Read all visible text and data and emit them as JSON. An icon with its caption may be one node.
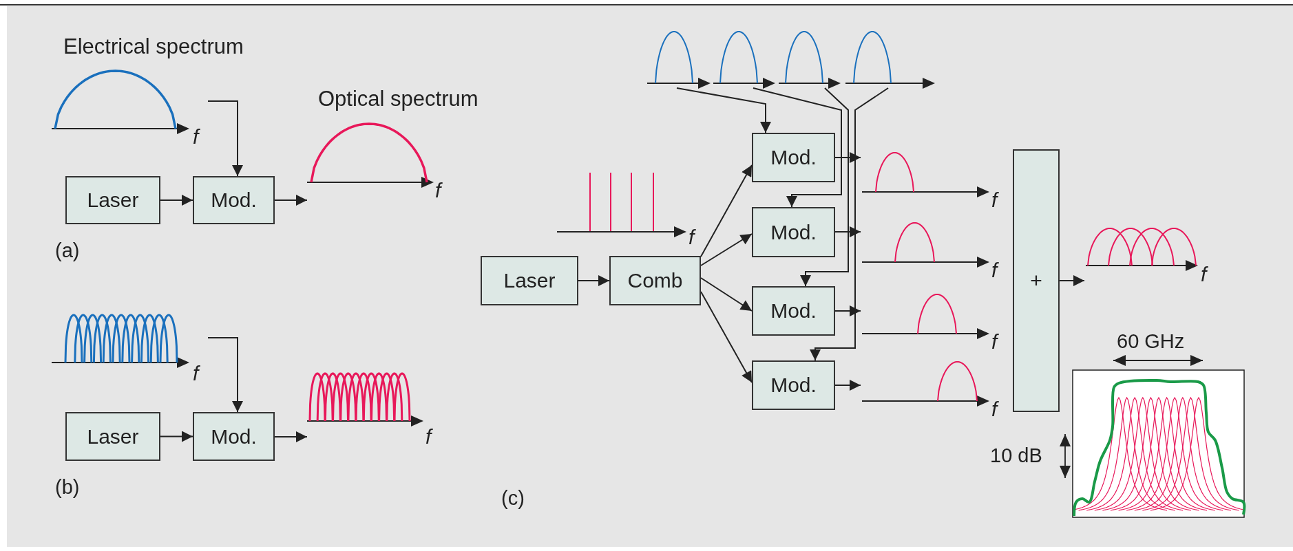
{
  "diagram": {
    "nodes": [
      {
        "text": [
          "f"
        ],
        "beside": [
          "Electrical spectrum"
        ]
      },
      {
        "text": [
          "Laser"
        ]
      },
      {
        "text": [
          "Mod."
        ]
      },
      {
        "text": [
          "f"
        ],
        "beside": [
          "Optical spectrum"
        ]
      },
      {
        "text": [
          "f"
        ]
      },
      {
        "text": [
          "Laser"
        ]
      },
      {
        "text": [
          "Mod."
        ]
      },
      {
        "text": [
          "f"
        ]
      },
      {
        "text": [],
        "shape": "picture"
      },
      {
        "text": [],
        "shape": "picture"
      },
      {
        "text": [],
        "shape": "picture"
      },
      {
        "text": [],
        "shape": "picture"
      },
      {
        "text": [
          "Laser"
        ]
      },
      {
        "text": [
          "Comb"
        ]
      },
      {
        "text": [
          "Mod."
        ]
      },
      {
        "text": [
          "Mod."
        ]
      },
      {
        "text": [
          "Mod."
        ]
      },
      {
        "text": [
          "Mod."
        ]
      },
      {
        "text": [
          "f"
        ]
      },
      {
        "text": [
          "f"
        ]
      },
      {
        "text": [
          "f"
        ]
      },
      {
        "text": [
          "f"
        ]
      },
      {
        "text": [
          "+"
        ]
      },
      {
        "text": [
          "f"
        ]
      }
    ],
    "edges": [
      {
        "from": 0,
        "to": 2,
        "arrow": "to"
      },
      {
        "from": 1,
        "to": 2,
        "arrow": "to"
      },
      {
        "from": 2,
        "to": 3,
        "arrow": "to"
      },
      {
        "from": 4,
        "to": 6,
        "arrow": "to"
      },
      {
        "from": 5,
        "to": 6,
        "arrow": "to"
      },
      {
        "from": 6,
        "to": 7,
        "arrow": "to"
      },
      {
        "from": 8,
        "to": 14,
        "arrow": "to"
      },
      {
        "from": 9,
        "to": 15,
        "arrow": "to"
      },
      {
        "from": 10,
        "to": 16,
        "arrow": "to"
      },
      {
        "from": 11,
        "to": 17,
        "arrow": "to"
      },
      {
        "from": 12,
        "to": 13,
        "arrow": "to"
      },
      {
        "from": 13,
        "to": 14,
        "arrow": "to"
      },
      {
        "from": 13,
        "to": 15,
        "arrow": "to"
      },
      {
        "from": 13,
        "to": 16,
        "arrow": "to"
      },
      {
        "from": 13,
        "to": 17,
        "arrow": "to"
      },
      {
        "from": 14,
        "to": 18,
        "arrow": "to"
      },
      {
        "from": 15,
        "to": 19,
        "arrow": "to"
      },
      {
        "from": 16,
        "to": 20,
        "arrow": "to"
      },
      {
        "from": 17,
        "to": 21,
        "arrow": "to"
      },
      {
        "from": 22,
        "to": 23,
        "arrow": "to"
      }
    ],
    "labels": [
      "(a)",
      "f",
      "(b)",
      "(c)",
      "60 GHz",
      "10 dB"
    ]
  }
}
